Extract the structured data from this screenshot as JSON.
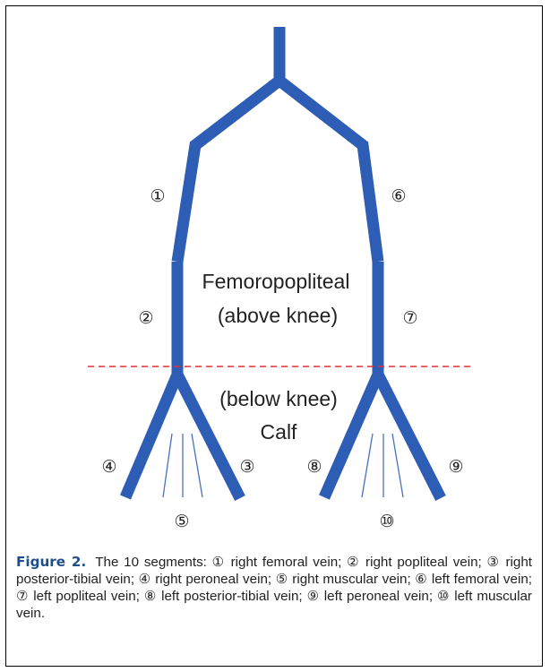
{
  "diagram": {
    "segment_labels": [
      "①",
      "②",
      "③",
      "④",
      "⑤",
      "⑥",
      "⑦",
      "⑧",
      "⑨",
      "⑩"
    ],
    "region_above": [
      "Femoropopliteal",
      "(above knee)"
    ],
    "region_below": [
      "(below knee)",
      "Calf"
    ],
    "colors": {
      "vein": "#2e5db6",
      "muscular_vein": "#4a6fbf",
      "knee_line": "#d9343a"
    }
  },
  "caption": {
    "label": "Figure 2.",
    "text": "The 10 segments: ① right femoral vein; ② right popliteal vein; ③ right posterior-tibial vein; ④ right peroneal vein; ⑤ right muscular vein; ⑥ left femoral vein; ⑦ left popliteal vein; ⑧ left posterior-tibial vein; ⑨ left peroneal vein; ⑩ left muscular vein."
  }
}
